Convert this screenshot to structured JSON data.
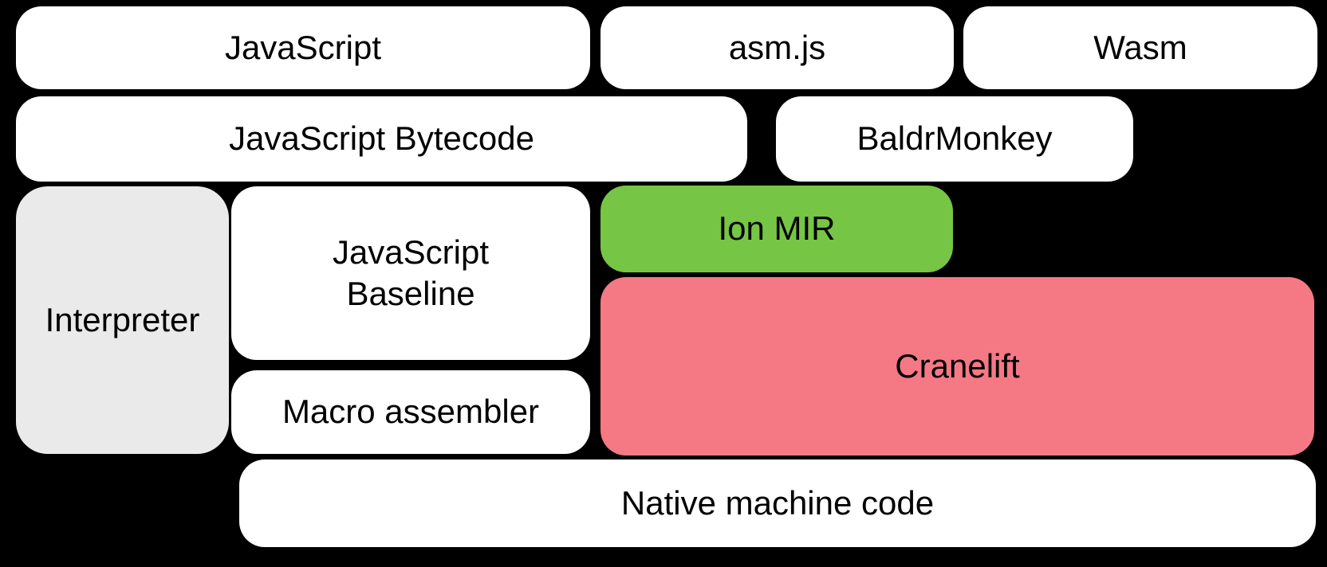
{
  "diagram": {
    "background": "#000000",
    "text_color": "#000000",
    "boxes": {
      "javascript": {
        "label": "JavaScript",
        "color": "#FFFFFF"
      },
      "asmjs": {
        "label": "asm.js",
        "color": "#FFFFFF"
      },
      "wasm": {
        "label": "Wasm",
        "color": "#FFFFFF"
      },
      "bytecode": {
        "label": "JavaScript Bytecode",
        "color": "#FFFFFF"
      },
      "baldrmonkey": {
        "label": "BaldrMonkey",
        "color": "#FFFFFF"
      },
      "interpreter": {
        "label": "Interpreter",
        "color": "#EAEAEA"
      },
      "baseline": {
        "label": "JavaScript Baseline",
        "color": "#FFFFFF"
      },
      "ion_mir": {
        "label": "Ion MIR",
        "color": "#76C545"
      },
      "cranelift": {
        "label": "Cranelift",
        "color": "#F57985"
      },
      "macro_assembler": {
        "label": "Macro assembler",
        "color": "#FFFFFF"
      },
      "native": {
        "label": "Native machine code",
        "color": "#FFFFFF"
      }
    }
  }
}
